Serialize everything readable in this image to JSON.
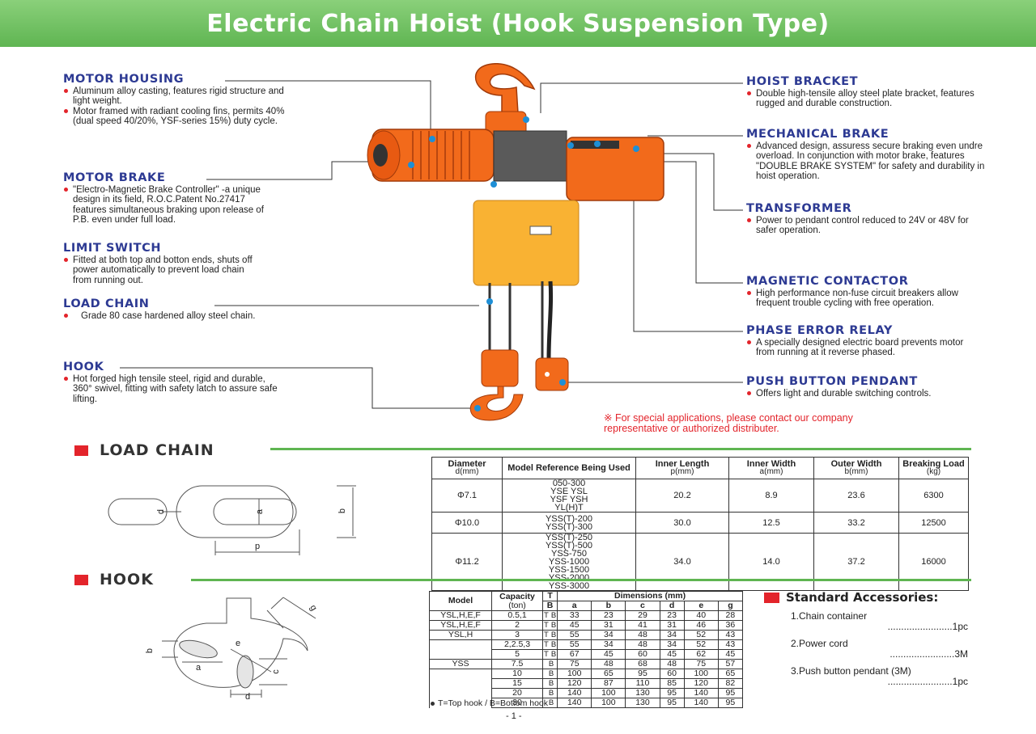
{
  "title": "Electric Chain Hoist (Hook Suspension Type)",
  "features": {
    "motor_housing": {
      "title": "MOTOR HOUSING",
      "bullets": [
        "Aluminum alloy casting, features rigid structure and light weight.",
        "Motor framed with radiant cooling fins, permits 40% (dual speed 40/20%, YSF-series 15%) duty cycle."
      ]
    },
    "motor_brake": {
      "title": "MOTOR BRAKE",
      "bullets": [
        "\"Electro-Magnetic Brake Controller\" -a unique design in its field, R.O.C.Patent No.27417 features simultaneous braking upon release of P.B. even under full load."
      ]
    },
    "limit_switch": {
      "title": "LIMIT SWITCH",
      "bullets": [
        "Fitted at both top and botton ends, shuts off power automatically to prevent load chain from running out."
      ]
    },
    "load_chain": {
      "title": "LOAD CHAIN",
      "bullets": [
        "Grade 80 case hardened alloy steel chain."
      ]
    },
    "hook": {
      "title": "HOOK",
      "bullets": [
        "Hot forged high tensile steel, rigid and durable, 360°  swivel, fitting with safety latch to assure safe lifting."
      ]
    },
    "hoist_bracket": {
      "title": "HOIST BRACKET",
      "bullets": [
        "Double high-tensile alloy steel plate bracket, features rugged and durable construction."
      ]
    },
    "mechanical_brake": {
      "title": "MECHANICAL BRAKE",
      "bullets": [
        "Advanced design, assuress secure braking even undre overload. In conjunction with motor brake, features \"DOUBLE BRAKE SYSTEM\" for safety and durability in hoist operation."
      ]
    },
    "transformer": {
      "title": "TRANSFORMER",
      "bullets": [
        "Power to pendant control reduced to 24V or 48V for safer operation."
      ]
    },
    "magnetic_contactor": {
      "title": "MAGNETIC CONTACTOR",
      "bullets": [
        "High performance non-fuse circuit breakers allow frequent trouble cycling with free operation."
      ]
    },
    "phase_error_relay": {
      "title": "PHASE ERROR RELAY",
      "bullets": [
        "A specially designed electric board prevents motor from running at it reverse phased."
      ]
    },
    "push_button_pendant": {
      "title": "PUSH BUTTON PENDANT",
      "bullets": [
        "Offers light and durable switching controls."
      ]
    }
  },
  "note": "※ For special applications, please contact our company\nrepresentative or authorized distributer.",
  "sections": {
    "load_chain": "LOAD CHAIN",
    "hook": "HOOK"
  },
  "chain_diagram_labels": {
    "d": "d",
    "a": "a",
    "b": "b",
    "p": "p"
  },
  "hook_diagram_labels": {
    "g": "g",
    "e": "e",
    "b": "b",
    "a": "a",
    "c": "c",
    "d": "d"
  },
  "load_chain_table": {
    "headers": [
      {
        "main": "Diameter",
        "sub": "d(mm)"
      },
      {
        "main": "Model Reference Being Used",
        "sub": ""
      },
      {
        "main": "Inner Length",
        "sub": "p(mm)"
      },
      {
        "main": "Inner Width",
        "sub": "a(mm)"
      },
      {
        "main": "Outer Width",
        "sub": "b(mm)"
      },
      {
        "main": "Breaking Load",
        "sub": "(kg)"
      }
    ],
    "rows": [
      {
        "diameter": "Φ7.1",
        "models": [
          "050-300",
          "YSE  YSL",
          "YSF  YSH",
          "YL(H)T"
        ],
        "p": "20.2",
        "a": "8.9",
        "b": "23.6",
        "load": "6300"
      },
      {
        "diameter": "Φ10.0",
        "models": [
          "YSS(T)-200",
          "YSS(T)-300"
        ],
        "p": "30.0",
        "a": "12.5",
        "b": "33.2",
        "load": "12500"
      },
      {
        "diameter": "Φ11.2",
        "models": [
          "YSS(T)-250",
          "YSS(T)-500",
          "YSS-750",
          "YSS-1000",
          "YSS-1500",
          "YSS-2000",
          "YSS-3000"
        ],
        "p": "34.0",
        "a": "14.0",
        "b": "37.2",
        "load": "16000"
      }
    ]
  },
  "hook_table": {
    "h_model": "Model",
    "h_capacity": "Capacity",
    "h_capacity_unit": "(ton)",
    "h_t": "T",
    "h_b": "B",
    "h_dimensions": "Dimensions (mm)",
    "dim_cols": [
      "a",
      "b",
      "c",
      "d",
      "e",
      "g"
    ],
    "rows": [
      {
        "model": "YSL,H,E,F",
        "cap": "0.5,1",
        "tb": [
          "T",
          "B"
        ],
        "dims": [
          "33",
          "23",
          "29",
          "23",
          "40",
          "28"
        ]
      },
      {
        "model": "YSL,H,E,F",
        "cap": "2",
        "tb": [
          "T",
          "B"
        ],
        "dims": [
          "45",
          "31",
          "41",
          "31",
          "46",
          "36"
        ]
      },
      {
        "model": "YSL,H",
        "cap": "3",
        "tb": [
          "T",
          "B"
        ],
        "dims": [
          "55",
          "34",
          "48",
          "34",
          "52",
          "43"
        ]
      },
      {
        "model": "",
        "cap": "2,2.5,3",
        "tb": [
          "T",
          "B"
        ],
        "dims": [
          "55",
          "34",
          "48",
          "34",
          "52",
          "43"
        ]
      },
      {
        "model": "",
        "cap": "5",
        "tb": [
          "T",
          "B"
        ],
        "dims": [
          "67",
          "45",
          "60",
          "45",
          "62",
          "45"
        ]
      },
      {
        "model": "YSS",
        "cap": "7.5",
        "tb": [
          "",
          "B"
        ],
        "dims": [
          "75",
          "48",
          "68",
          "48",
          "75",
          "57"
        ]
      },
      {
        "model": "",
        "cap": "10",
        "tb": [
          "",
          "B"
        ],
        "dims": [
          "100",
          "65",
          "95",
          "60",
          "100",
          "65"
        ]
      },
      {
        "model": "",
        "cap": "15",
        "tb": [
          "",
          "B"
        ],
        "dims": [
          "120",
          "87",
          "110",
          "85",
          "120",
          "82"
        ]
      },
      {
        "model": "",
        "cap": "20",
        "tb": [
          "",
          "B"
        ],
        "dims": [
          "140",
          "100",
          "130",
          "95",
          "140",
          "95"
        ]
      },
      {
        "model": "",
        "cap": "30",
        "tb": [
          "",
          "B"
        ],
        "dims": [
          "140",
          "100",
          "130",
          "95",
          "140",
          "95"
        ]
      }
    ]
  },
  "footnote": "T=Top hook / B=Bottom hook",
  "page_number": "- 1 -",
  "accessories": {
    "title": "Standard Accessories:",
    "items": [
      {
        "label": "1.Chain container",
        "qty": "........................1pc"
      },
      {
        "label": "2.Power cord",
        "qty": "........................3M"
      },
      {
        "label": "3.Push button pendant (3M)",
        "qty": "........................1pc"
      }
    ]
  },
  "colors": {
    "banner": "#6fc25f",
    "heading": "#2d3a93",
    "accent_red": "#e3242b",
    "hoist_orange": "#f26a1b",
    "bag_yellow": "#f9b233"
  }
}
